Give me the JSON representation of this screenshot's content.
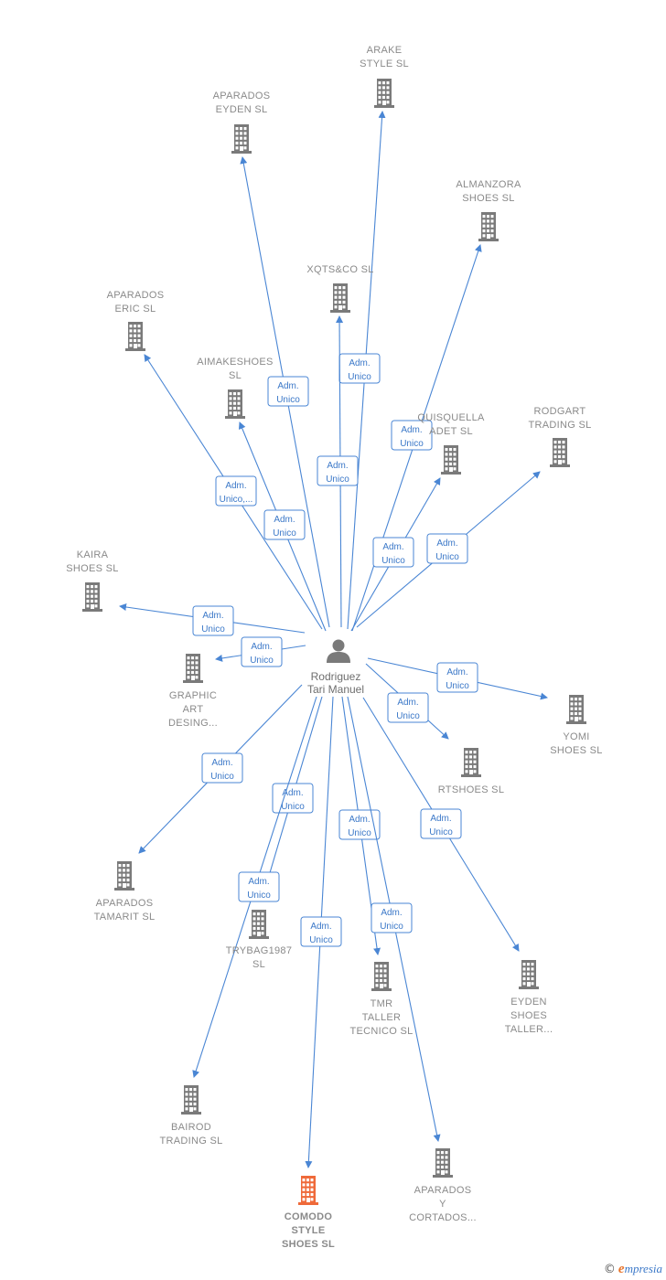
{
  "center": {
    "label_lines": [
      "Rodriguez",
      "Tari Manuel"
    ],
    "icon": "person-icon"
  },
  "colors": {
    "edge": "#4a86d4",
    "building": "#7a7a7a",
    "highlight": "#ef6a3a",
    "label": "#8a8a8a"
  },
  "companies": [
    {
      "id": "arake-style-sl",
      "lines": [
        "ARAKE",
        "STYLE  SL"
      ],
      "edge_label": [
        "Adm.",
        "Unico"
      ]
    },
    {
      "id": "aparados-eyden-sl",
      "lines": [
        "APARADOS",
        "EYDEN  SL"
      ],
      "edge_label": [
        "Adm.",
        "Unico"
      ]
    },
    {
      "id": "almanzora-shoes-sl",
      "lines": [
        "ALMANZORA",
        "SHOES  SL"
      ],
      "edge_label": [
        "Adm.",
        "Unico"
      ]
    },
    {
      "id": "xqtsco-sl",
      "lines": [
        "XQTS&CO  SL"
      ],
      "edge_label": [
        "Adm.",
        "Unico"
      ]
    },
    {
      "id": "aparados-eric-sl",
      "lines": [
        "APARADOS",
        "ERIC  SL"
      ],
      "edge_label": [
        "Adm.",
        "Unico,..."
      ]
    },
    {
      "id": "aimakeshoes-sl",
      "lines": [
        "AIMAKESHOES",
        "SL"
      ],
      "edge_label": [
        "Adm.",
        "Unico"
      ]
    },
    {
      "id": "quisquella-adet-sl",
      "lines": [
        "QUISQUELLA",
        "ADET  SL"
      ],
      "edge_label": [
        "Adm.",
        "Unico"
      ]
    },
    {
      "id": "rodgart-trading-sl",
      "lines": [
        "RODGART",
        "TRADING  SL"
      ],
      "edge_label": [
        "Adm.",
        "Unico"
      ]
    },
    {
      "id": "kaira-shoes-sl",
      "lines": [
        "KAIRA",
        "SHOES  SL"
      ],
      "edge_label": [
        "Adm.",
        "Unico"
      ]
    },
    {
      "id": "graphic-art-desing",
      "lines": [
        "GRAPHIC",
        "ART",
        "DESING..."
      ],
      "edge_label": [
        "Adm.",
        "Unico"
      ]
    },
    {
      "id": "yomi-shoes-sl",
      "lines": [
        "YOMI",
        "SHOES  SL"
      ],
      "edge_label": [
        "Adm.",
        "Unico"
      ]
    },
    {
      "id": "rtshoes-sl",
      "lines": [
        "RTSHOES  SL"
      ],
      "edge_label": [
        "Adm.",
        "Unico"
      ]
    },
    {
      "id": "aparados-tamarit-sl",
      "lines": [
        "APARADOS",
        "TAMARIT  SL"
      ],
      "edge_label": [
        "Adm.",
        "Unico"
      ]
    },
    {
      "id": "trybag1987-sl",
      "lines": [
        "TRYBAG1987",
        "SL"
      ],
      "edge_label": [
        "Adm.",
        "Unico"
      ]
    },
    {
      "id": "tmr-taller-tecnico-sl",
      "lines": [
        "TMR",
        "TALLER",
        "TECNICO  SL"
      ],
      "edge_label": [
        "Adm.",
        "Unico"
      ]
    },
    {
      "id": "eyden-shoes-taller",
      "lines": [
        "EYDEN",
        "SHOES",
        "TALLER..."
      ],
      "edge_label": [
        "Adm.",
        "Unico"
      ]
    },
    {
      "id": "bairod-trading-sl",
      "lines": [
        "BAIROD",
        "TRADING SL"
      ],
      "edge_label": [
        "Adm.",
        "Unico"
      ]
    },
    {
      "id": "comodo-style-shoes-sl",
      "lines": [
        "COMODO",
        "STYLE",
        "SHOES  SL"
      ],
      "edge_label": [
        "Adm.",
        "Unico"
      ],
      "highlight": true
    },
    {
      "id": "aparados-y-cortados",
      "lines": [
        "APARADOS",
        "Y",
        "CORTADOS..."
      ],
      "edge_label": [
        "Adm.",
        "Unico"
      ]
    }
  ],
  "watermark": {
    "copyright": "©",
    "brand_initial": "e",
    "brand_rest": "mpresia"
  }
}
